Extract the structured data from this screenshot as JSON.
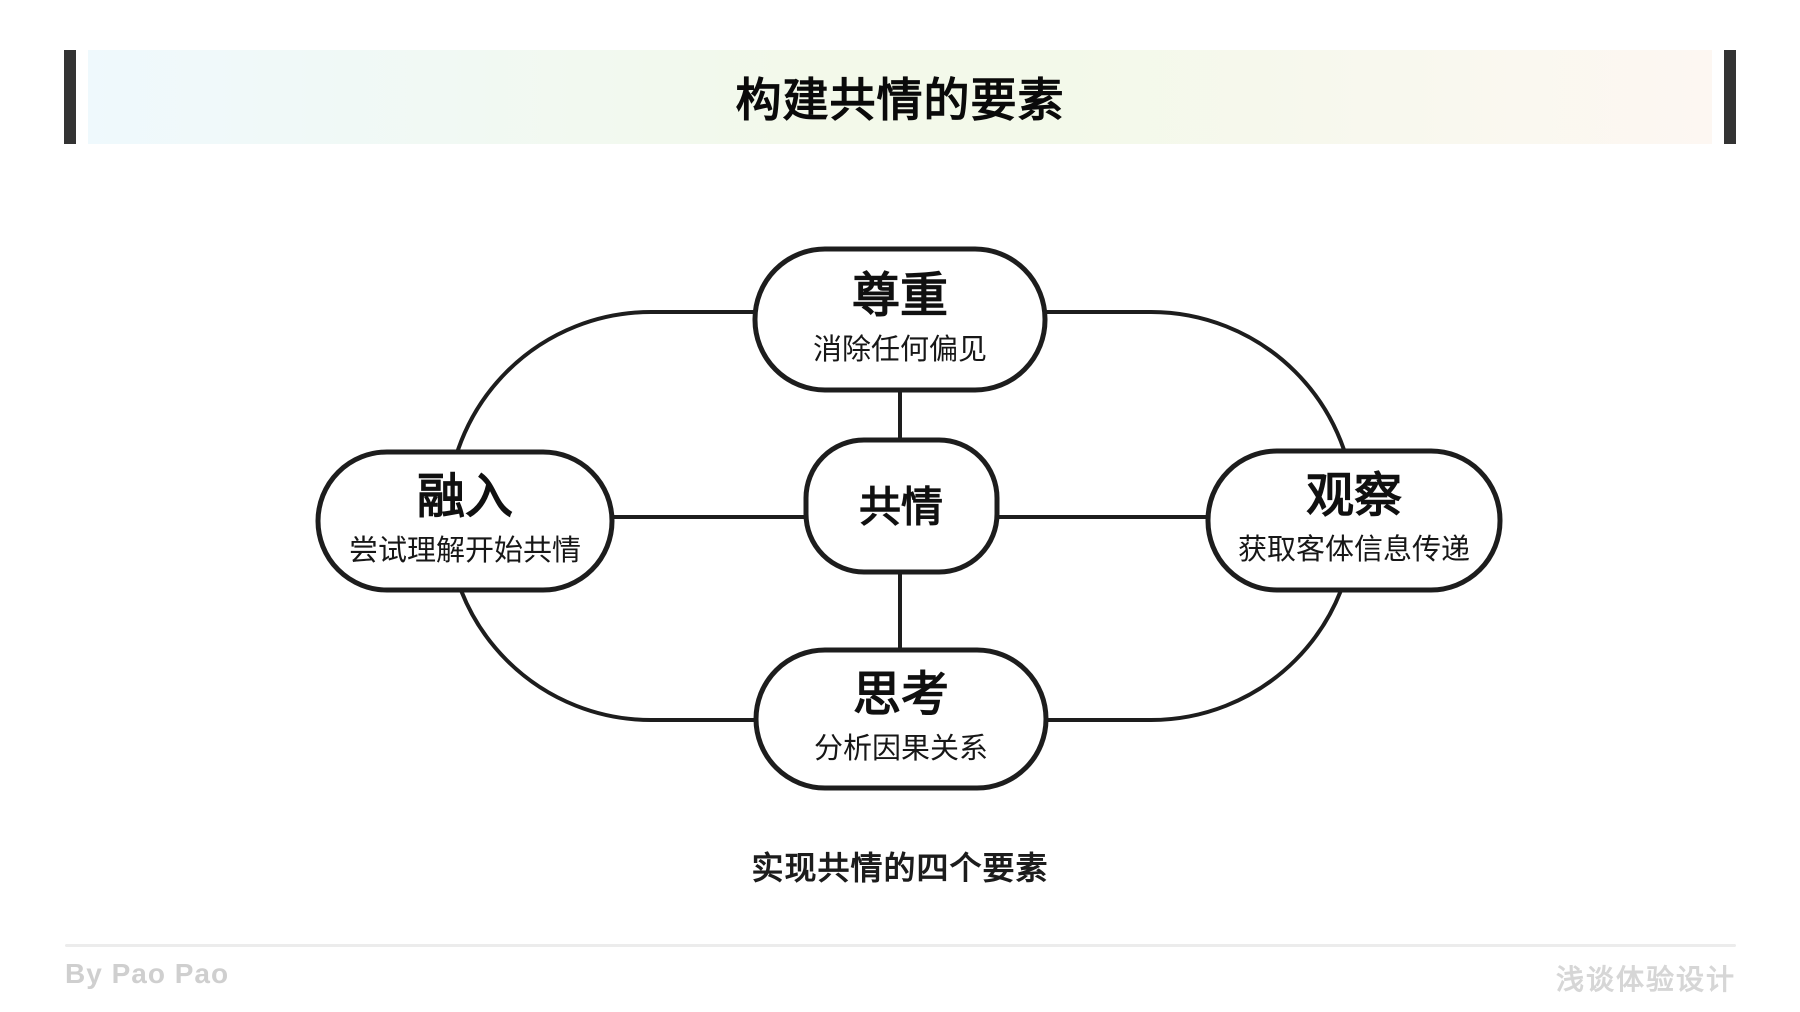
{
  "header": {
    "title": "构建共情的要素"
  },
  "diagram": {
    "center": {
      "title": "共情"
    },
    "nodes": [
      {
        "id": "respect",
        "title": "尊重",
        "subtitle": "消除任何偏见"
      },
      {
        "id": "integrate",
        "title": "融入",
        "subtitle": "尝试理解开始共情"
      },
      {
        "id": "observe",
        "title": "观察",
        "subtitle": "获取客体信息传递"
      },
      {
        "id": "think",
        "title": "思考",
        "subtitle": "分析因果关系"
      }
    ],
    "caption": "实现共情的四个要素"
  },
  "footer": {
    "author": "By Pao Pao",
    "brand": "浅谈体验设计"
  },
  "colors": {
    "header_gradient_left": "#eff9fd",
    "header_gradient_mid": "#f3f9ea",
    "header_gradient_right": "#fdf7f2",
    "side_bar": "#333333",
    "line": "#1d1d1d",
    "footer_text": "#cfcfcf",
    "footer_divider": "#ececec"
  }
}
